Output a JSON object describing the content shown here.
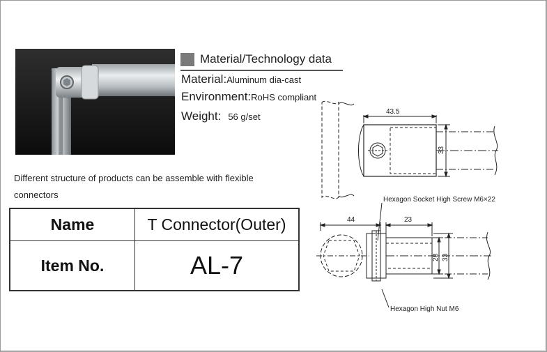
{
  "spec": {
    "heading": "Material/Technology data",
    "material_label": "Material:",
    "material_value": "Aluminum dia-cast",
    "environment_label": "Environment:",
    "environment_value": "RoHS compliant",
    "weight_label": "Weight:",
    "weight_value": "56 g/set"
  },
  "description": "Different structure of products can be assemble with flexible connectors",
  "table": {
    "name_label": "Name",
    "name_value": "T Connector(Outer)",
    "item_label": "Item No.",
    "item_value": "AL-7"
  },
  "drawing": {
    "dim_top_width": "43.5",
    "dim_top_height": "33",
    "dim_left_width": "44",
    "dim_mid_width": "23",
    "dim_inner_height": "28",
    "dim_outer_height": "33",
    "screw_note": "Hexagon Socket High Screw  M6×22",
    "nut_note": "Hexagon High Nut  M6"
  },
  "colors": {
    "heading_square": "#7a7a7a",
    "photo_background": "#1a1a1a"
  }
}
